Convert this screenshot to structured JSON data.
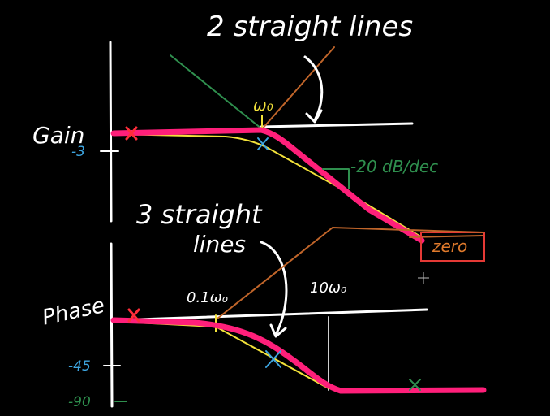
{
  "title": "2 straight lines",
  "gain": {
    "axis_label": "Gain",
    "tick_label": "-3",
    "corner_label": "ω₀",
    "slope_label": "-20 dB/dec"
  },
  "phase": {
    "axis_label": "Phase",
    "annotation_line1": "3 straight",
    "annotation_line2": "lines",
    "tick_45": "-45",
    "tick_90": "-90",
    "marker_low": "0.1ω₀",
    "marker_high": "10ω₀"
  },
  "highlight": {
    "label": "zero",
    "border_color": "#e53935"
  },
  "colors": {
    "background": "#000000",
    "actual_curve": "#ff1f7a",
    "approx_curve": "#f3e23a",
    "zero_asymptote": "#c0652a",
    "pole_asymptote": "#2f8f4e",
    "axis_text": "#ffffff",
    "tick_text": "#3da5e0"
  },
  "icons": {
    "cursor": "crosshair-cursor-icon"
  }
}
